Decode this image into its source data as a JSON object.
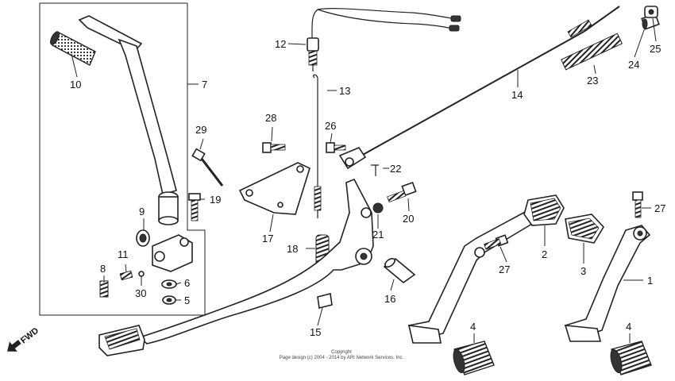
{
  "diagram": {
    "fwd_label": "FWD",
    "copyright": {
      "line1": "Copyright",
      "line2": "Page design (c) 2004 - 2014 by ARI Network Services, Inc."
    },
    "callouts": [
      "1",
      "2",
      "3",
      "4",
      "4",
      "5",
      "6",
      "7",
      "8",
      "9",
      "10",
      "11",
      "12",
      "13",
      "14",
      "15",
      "16",
      "17",
      "18",
      "19",
      "20",
      "21",
      "22",
      "23",
      "24",
      "25",
      "26",
      "27",
      "27",
      "28",
      "29",
      "30"
    ]
  }
}
